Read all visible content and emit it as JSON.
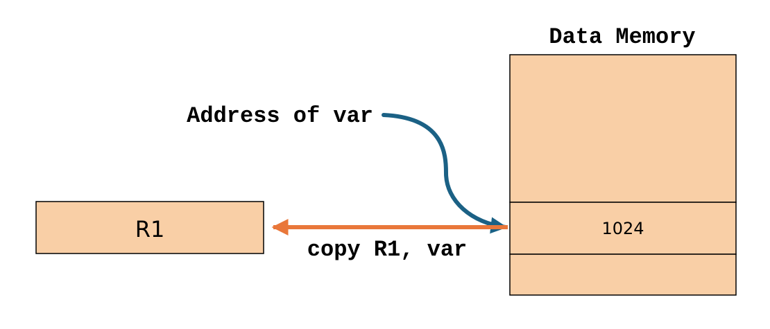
{
  "diagram": {
    "memory_title": "Data Memory",
    "address_label": "Address of var",
    "register_label": "R1",
    "memory_value": "1024",
    "instruction_label": "copy R1, var"
  },
  "colors": {
    "box_fill": "#f9cfa6",
    "address_arrow": "#1b6185",
    "copy_arrow": "#e9773a"
  }
}
